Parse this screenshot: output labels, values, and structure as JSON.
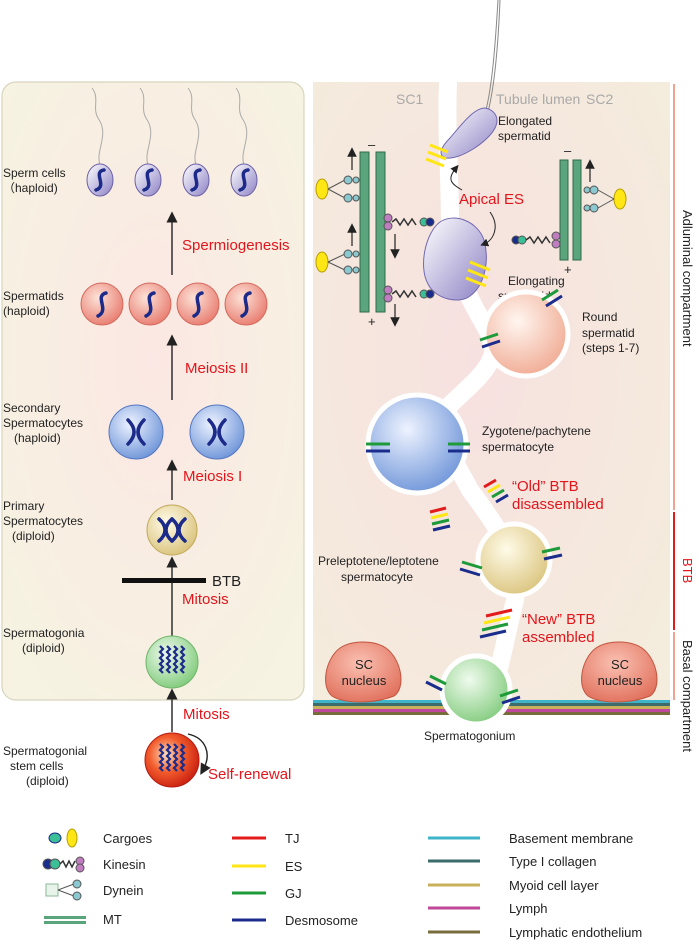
{
  "left_panel": {
    "stages": [
      {
        "name": "Sperm cells",
        "ploidy": "（haploid)"
      },
      {
        "name": "Spermatids",
        "ploidy": "(haploid)"
      },
      {
        "name_line1": "Secondary",
        "name_line2": "Spermatocytes",
        "ploidy": "(haploid)"
      },
      {
        "name_line1": "Primary",
        "name_line2": "Spermatocytes",
        "ploidy": "(diploid)"
      },
      {
        "name": "Spermatogonia",
        "ploidy": "(diploid)"
      },
      {
        "name_line1": "Spermatogonial",
        "name_line2": "stem cells",
        "ploidy": "(diploid)"
      }
    ],
    "processes": {
      "spermiogenesis": "Spermiogenesis",
      "meiosis2": "Meiosis II",
      "meiosis1": "Meiosis I",
      "mitosis_upper": "Mitosis",
      "mitosis_lower": "Mitosis",
      "self_renewal": "Self-renewal",
      "btb": "BTB"
    }
  },
  "right_panel": {
    "tubule_lumen": "Tubule lumen",
    "sc1": "SC1",
    "sc2": "SC2",
    "elongated_spermatid": [
      "Elongated",
      "spermatid"
    ],
    "apical_es": "Apical ES",
    "elongating_spermatid": [
      "Elongating",
      "spermatid"
    ],
    "round_spermatid": [
      "Round",
      "spermatid",
      "(steps 1-7)"
    ],
    "zygotene": [
      "Zygotene/pachytene",
      "spermatocyte"
    ],
    "old_btb": [
      "“Old” BTB",
      "disassembled"
    ],
    "preleptotene": [
      "Preleptotene/leptotene",
      "spermatocyte"
    ],
    "new_btb": [
      "“New” BTB",
      "assembled"
    ],
    "sc_nucleus_left": [
      "SC",
      "nucleus"
    ],
    "sc_nucleus_right": [
      "SC",
      "nucleus"
    ],
    "spermatogonium": "Spermatogonium",
    "minus_sign": "–",
    "plus_sign": "+"
  },
  "side_labels": {
    "adluminal": "Adluminal compartment",
    "btb": "BTB",
    "basal": "Basal compartment"
  },
  "legend": {
    "col1": [
      "Cargoes",
      "Kinesin",
      "Dynein",
      "MT"
    ],
    "col2": [
      "TJ",
      "ES",
      "GJ",
      "Desmosome"
    ],
    "col3": [
      "Basement membrane",
      "Type I collagen",
      "Myoid cell layer",
      "Lymph",
      "Lymphatic endothelium"
    ]
  },
  "colors": {
    "red_label": "#e3151b",
    "tj": "#e31b1b",
    "es": "#ffe614",
    "gj": "#1d9a3a",
    "desmosome": "#1b2d8c",
    "mt": "#5aa57c",
    "basement_membrane": "#3fb4c8",
    "type1_collagen": "#3c6b6b",
    "myoid": "#c8b15a",
    "lymph": "#c0479a",
    "lymphatic_endothelium": "#7a6b3c"
  }
}
